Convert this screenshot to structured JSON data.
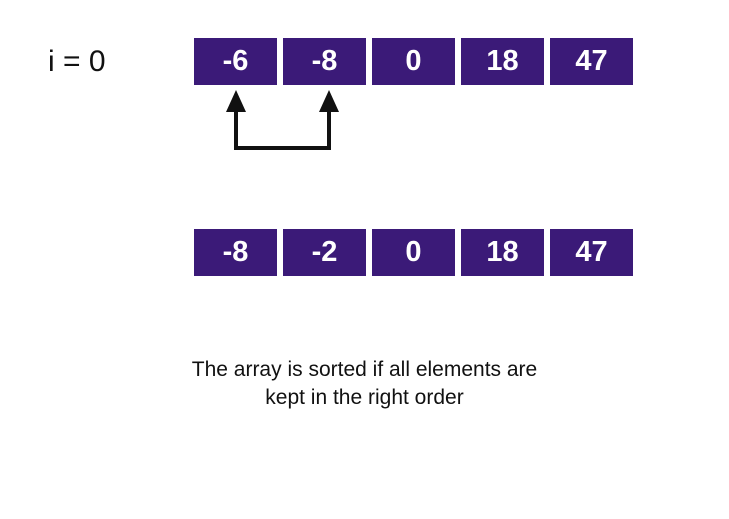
{
  "iteration_label": "i = 0",
  "before_array": [
    "-6",
    "-8",
    "0",
    "18",
    "47"
  ],
  "after_array": [
    "-8",
    "-2",
    "0",
    "18",
    "47"
  ],
  "swap": {
    "from_index": 0,
    "to_index": 1,
    "icon": "bidirectional-swap-arrow"
  },
  "caption": {
    "line1": "The array is sorted if all elements are",
    "line2": "kept in the right order"
  },
  "colors": {
    "cell_fill": "#3b1a78",
    "cell_text": "#ffffff",
    "arrow": "#111111"
  }
}
